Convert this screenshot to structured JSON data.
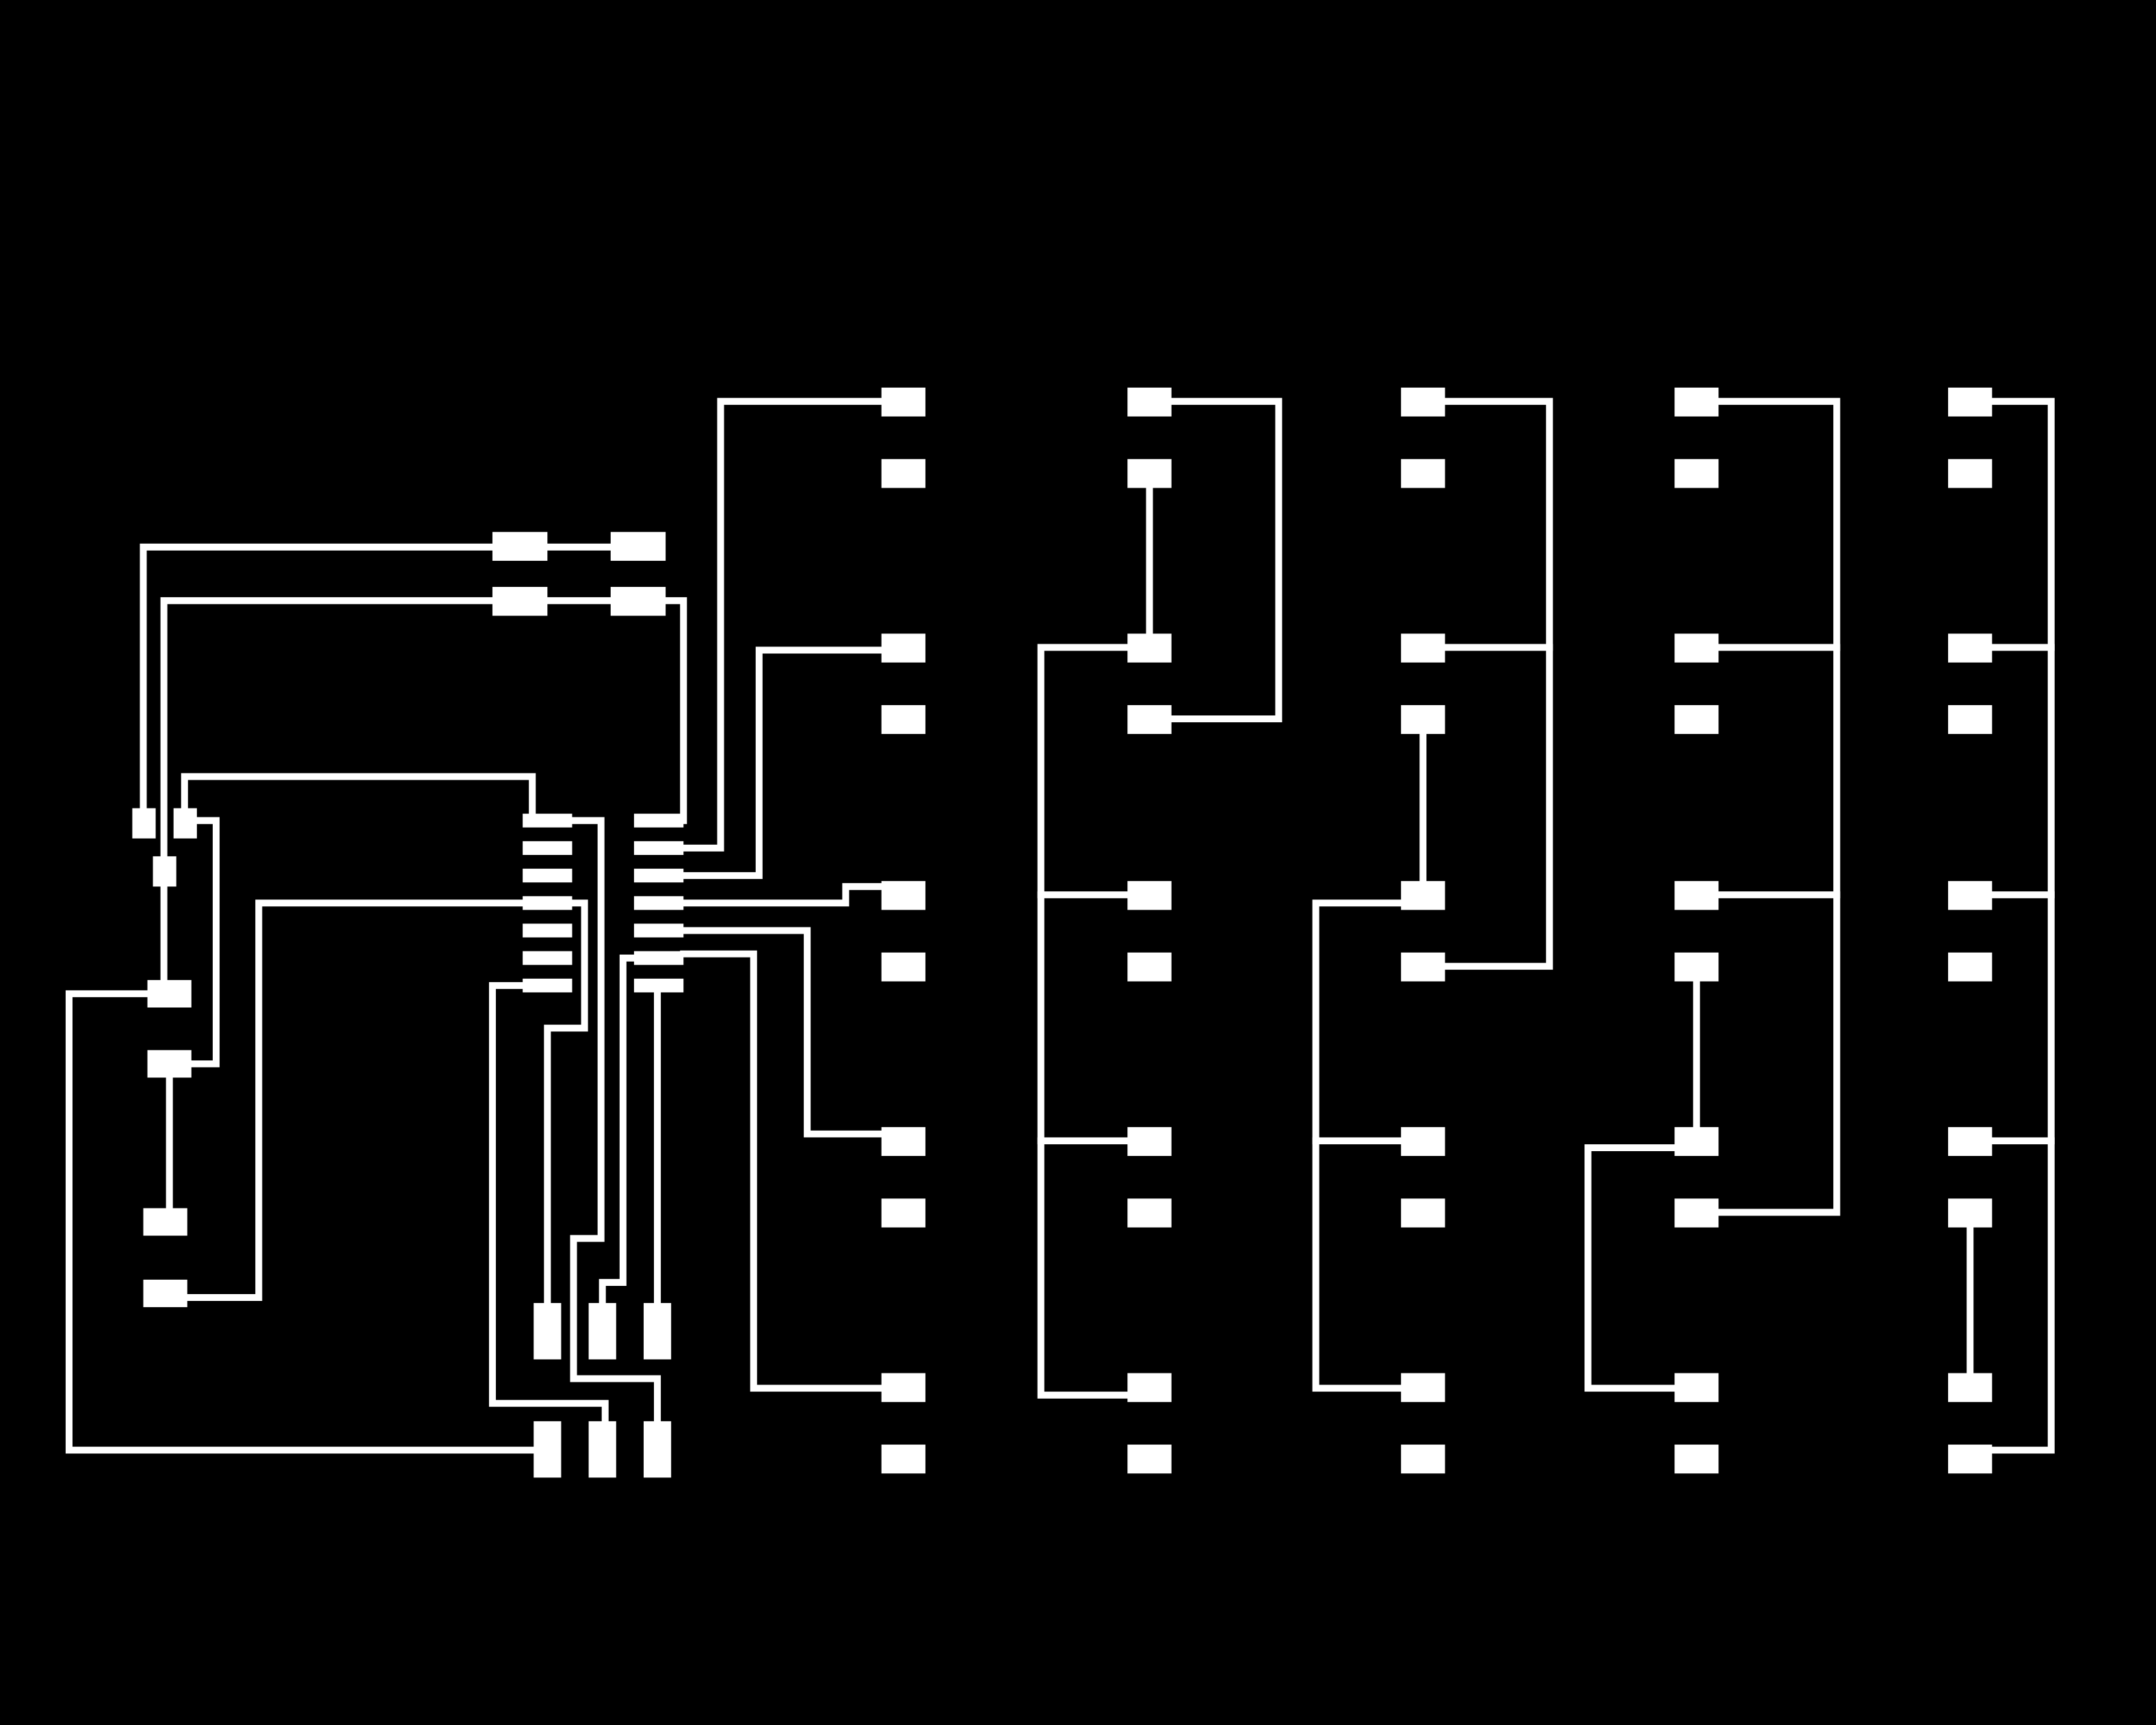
{
  "board": {
    "kind": "pcb-trace-layout",
    "background_color": "#000000",
    "copper_color": "#ffffff",
    "components": [
      {
        "id": "microcontroller-soic-14",
        "pins": 14
      },
      {
        "id": "resistor-r1",
        "pads": 2
      },
      {
        "id": "resistor-r2",
        "pads": 2
      },
      {
        "id": "capacitor-small",
        "pads": 2
      },
      {
        "id": "header-left-column",
        "pads": 5
      },
      {
        "id": "programming-header-2x3",
        "pads": 6
      },
      {
        "id": "led-column-1",
        "pads": 10
      },
      {
        "id": "led-column-2",
        "pads": 10
      },
      {
        "id": "led-column-3",
        "pads": 10
      },
      {
        "id": "led-column-4",
        "pads": 10
      },
      {
        "id": "led-column-5",
        "pads": 10
      }
    ]
  }
}
